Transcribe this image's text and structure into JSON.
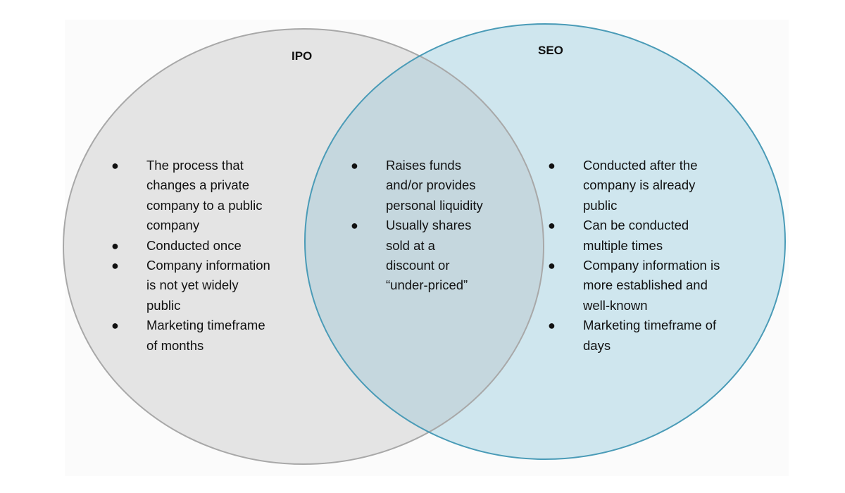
{
  "diagram": {
    "type": "venn",
    "colors": {
      "ipo_fill": "#e4e4e4",
      "ipo_stroke": "#a8a8a8",
      "seo_fill": "#cfe6ee",
      "seo_stroke": "#4a9bb7",
      "overlap_fill": "#c5d7de"
    },
    "ipo": {
      "title": "IPO",
      "items": [
        "The process that changes a private company to a public company",
        "Conducted once",
        "Company information is not yet widely public",
        "Marketing timeframe of months"
      ]
    },
    "both": {
      "items": [
        "Raises funds and/or provides personal liquidity",
        "Usually shares sold at a discount or “under-priced”"
      ]
    },
    "seo": {
      "title": "SEO",
      "items": [
        "Conducted after the company is already public",
        "Can be conducted multiple times",
        "Company information is more established and well-known",
        "Marketing timeframe of days"
      ]
    }
  }
}
